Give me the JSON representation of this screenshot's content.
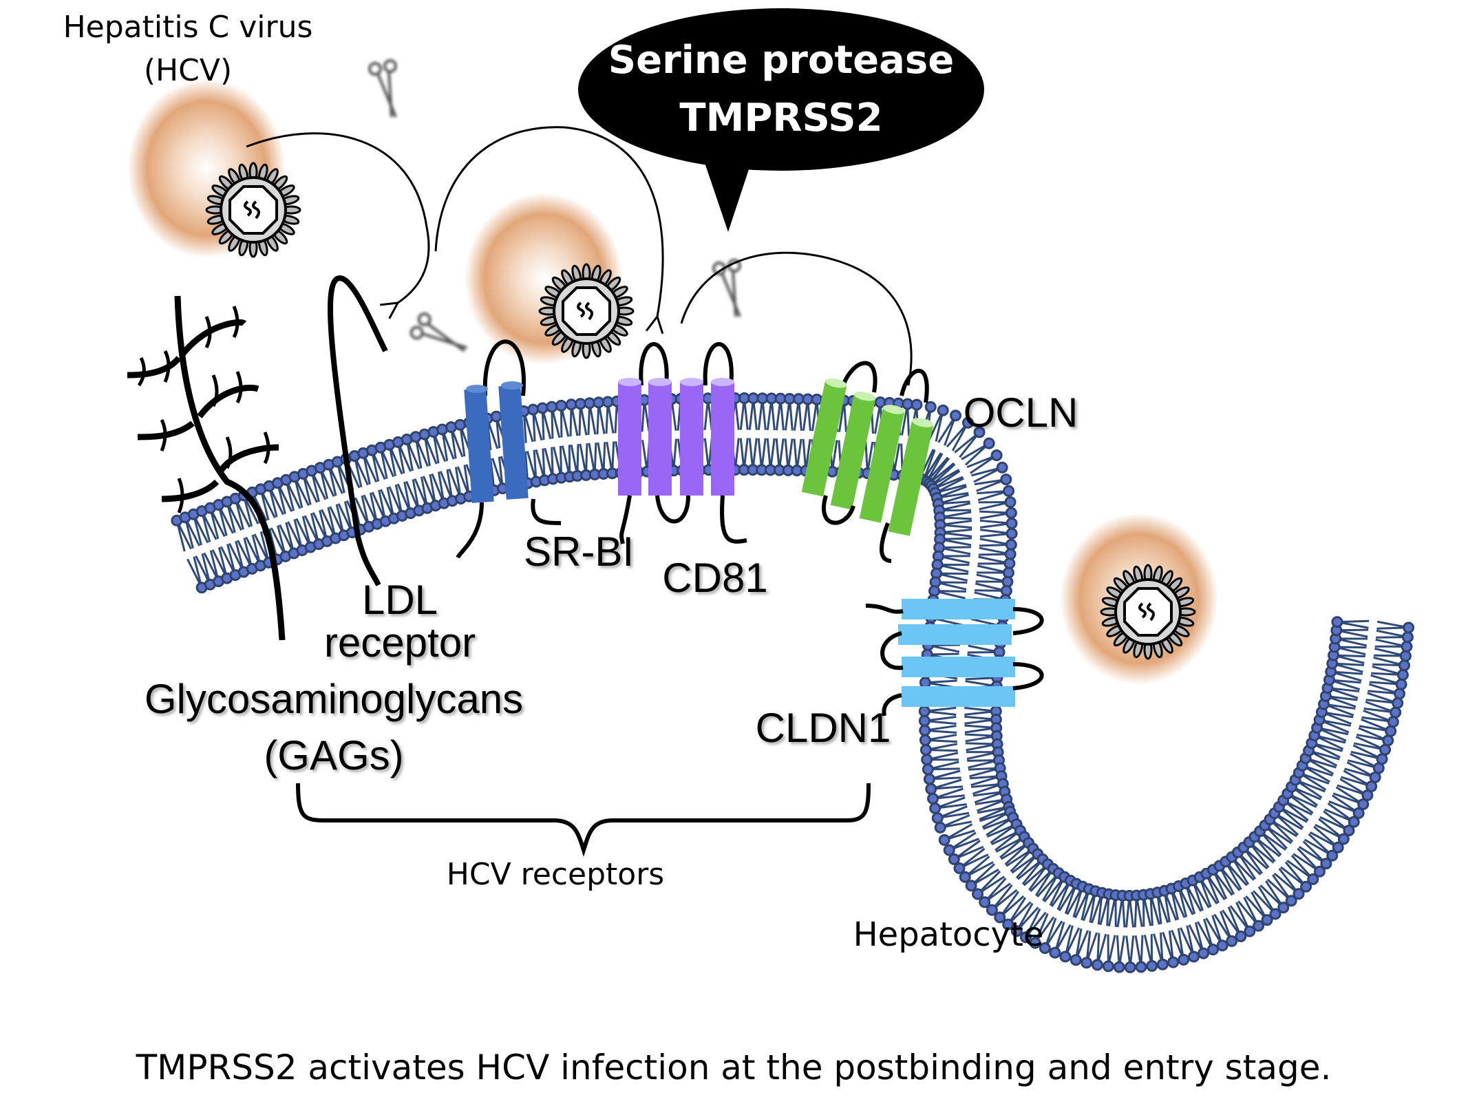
{
  "figure": {
    "virus_label_line1": "Hepatitis C virus",
    "virus_label_line2": "(HCV)",
    "bubble_line1": "Serine protease",
    "bubble_line2": "TMPRSS2",
    "receptors": {
      "ldl_line1": "LDL",
      "ldl_line2": "receptor",
      "gags_line1": "Glycosaminoglycans",
      "gags_line2": "(GAGs)",
      "srbi": "SR-BI",
      "cd81": "CD81",
      "ocln": "OCLN",
      "cldn1": "CLDN1"
    },
    "bracket_label": "HCV receptors",
    "cell_label": "Hepatocyte",
    "caption": "TMPRSS2 activates HCV infection at the postbinding and entry stage."
  },
  "colors": {
    "lipid_head": "#5b72c6",
    "lipid_outline": "#2f436f",
    "lipid_tail": "#2f4a78",
    "srbi": "#3a6bbf",
    "cd81": "#9966f5",
    "ocln": "#6cc43c",
    "cldn1": "#6cc6f5",
    "halo": "#e2a77a",
    "bubble": "#000000"
  }
}
